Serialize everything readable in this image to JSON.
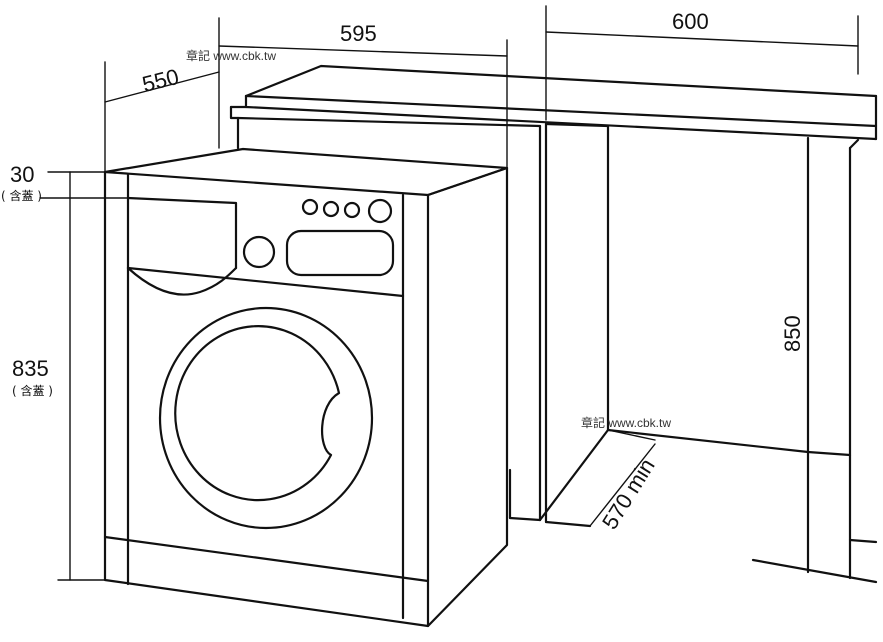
{
  "dimensions": {
    "width_washer": "595",
    "depth_washer": "550",
    "width_cabinet_gap": "600",
    "height_washer": "835",
    "height_washer_note": "( 含蓋 )",
    "lid_thickness": "30",
    "lid_thickness_note": "( 含蓋 )",
    "counter_height": "850",
    "depth_min": "570 min"
  },
  "watermarks": {
    "top": "章記 www.cbk.tw",
    "middle": "章記 www.cbk.tw"
  }
}
